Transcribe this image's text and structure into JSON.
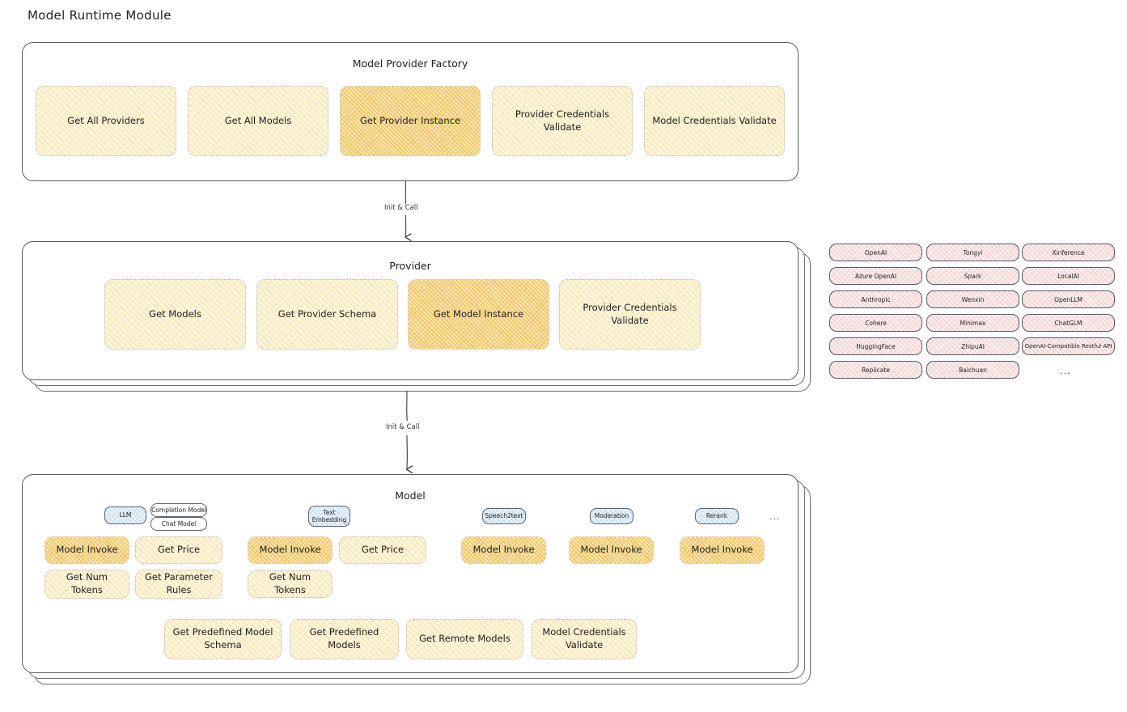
{
  "page": {
    "title": "Model Runtime Module"
  },
  "connectors": [
    {
      "label": "Init & Call",
      "from": "Model Provider Factory",
      "to": "Provider"
    },
    {
      "label": "Init & Call",
      "from": "Provider",
      "to": "Model"
    }
  ],
  "factory": {
    "title": "Model Provider Factory",
    "boxes": [
      {
        "label": "Get All Providers",
        "highlighted": false
      },
      {
        "label": "Get All Models",
        "highlighted": false
      },
      {
        "label": "Get Provider Instance",
        "highlighted": true
      },
      {
        "label": "Provider Credentials Validate",
        "highlighted": false
      },
      {
        "label": "Model Credentials Validate",
        "highlighted": false
      }
    ]
  },
  "provider": {
    "title": "Provider",
    "boxes": [
      {
        "label": "Get Models",
        "highlighted": false
      },
      {
        "label": "Get Provider Schema",
        "highlighted": false
      },
      {
        "label": "Get Model Instance",
        "highlighted": true
      },
      {
        "label": "Provider Credentials Validate",
        "highlighted": false
      }
    ]
  },
  "provider_list": {
    "columns": [
      {
        "items": [
          "OpenAI",
          "Azure OpenAI",
          "Anthropic",
          "Cohere",
          "HuggingFace",
          "Replicate"
        ]
      },
      {
        "items": [
          "Tongyi",
          "Spark",
          "Wenxin",
          "Minimax",
          "ZhipuAI",
          "Baichuan"
        ]
      },
      {
        "items": [
          "Xinference",
          "LocalAI",
          "OpenLLM",
          "ChatGLM",
          "OpenAI-Compatible Restful API"
        ]
      }
    ],
    "more": "..."
  },
  "model": {
    "title": "Model",
    "more": "...",
    "types": [
      {
        "badge": "LLM",
        "sub_badges": [
          "Completion Model",
          "Chat Model"
        ],
        "ops": [
          {
            "label": "Model Invoke",
            "highlighted": true
          },
          {
            "label": "Get Price",
            "highlighted": false
          },
          {
            "label": "Get Num Tokens",
            "highlighted": false
          },
          {
            "label": "Get Parameter Rules",
            "highlighted": false
          }
        ]
      },
      {
        "badge": "Text Embedding",
        "sub_badges": [],
        "ops": [
          {
            "label": "Model Invoke",
            "highlighted": true
          },
          {
            "label": "Get Price",
            "highlighted": false
          },
          {
            "label": "Get Num Tokens",
            "highlighted": false
          }
        ]
      },
      {
        "badge": "Speech2text",
        "sub_badges": [],
        "ops": [
          {
            "label": "Model Invoke",
            "highlighted": true
          }
        ]
      },
      {
        "badge": "Moderation",
        "sub_badges": [],
        "ops": [
          {
            "label": "Model Invoke",
            "highlighted": true
          }
        ]
      },
      {
        "badge": "Rerank",
        "sub_badges": [],
        "ops": [
          {
            "label": "Model Invoke",
            "highlighted": true
          }
        ]
      }
    ],
    "common_ops": [
      {
        "label": "Get Predefined Model Schema"
      },
      {
        "label": "Get Predefined Models"
      },
      {
        "label": "Get Remote Models"
      },
      {
        "label": "Model Credentials Validate"
      }
    ]
  },
  "colors": {
    "fill_yellow": "#fdf6e0",
    "fill_yellow_highlight": "#fbe6b4",
    "fill_pink": "#fdf0f0",
    "fill_blue": "#eaf3fb",
    "stroke": "#5c5c5c",
    "text": "#1e1e1e"
  }
}
